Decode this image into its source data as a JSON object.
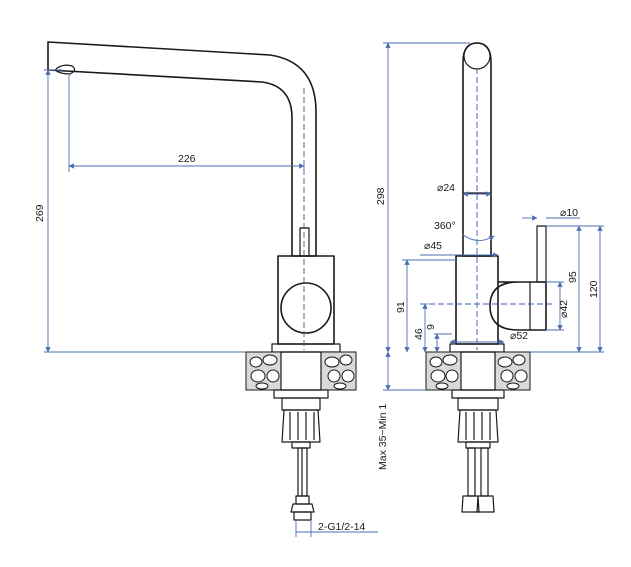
{
  "dimensions": {
    "reach": "226",
    "height_side": "269",
    "height_front": "298",
    "dia_top": "⌀24",
    "rotation": "360°",
    "dia_collar": "⌀45",
    "dia_lever": "⌀10",
    "lever_95": "95",
    "lever_120": "120",
    "body_91": "91",
    "body_46": "46",
    "body_9": "9",
    "dia_handle": "⌀42",
    "dia_base": "⌀52",
    "deck": "Max 35~Min 1",
    "thread": "2-G1/2-14"
  }
}
